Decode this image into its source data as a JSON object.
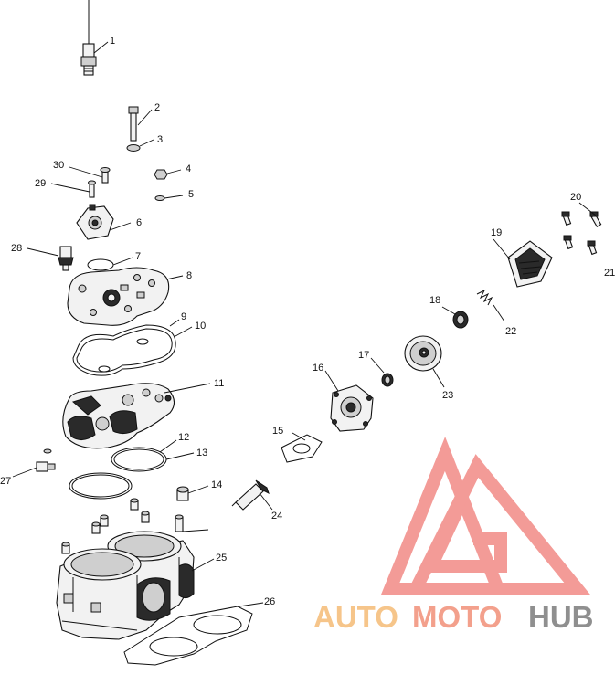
{
  "diagram": {
    "callouts": [
      "1",
      "2",
      "3",
      "4",
      "5",
      "6",
      "7",
      "8",
      "9",
      "10",
      "11",
      "12",
      "13",
      "14",
      "15",
      "16",
      "17",
      "18",
      "19",
      "20",
      "21",
      "22",
      "23",
      "24",
      "25",
      "26",
      "27",
      "28",
      "29",
      "30"
    ]
  },
  "watermark": {
    "part1": "AUTO",
    "part2": "MOTO",
    "part3": "HUB",
    "color_light": "#f6c58a",
    "color_mid": "#f3a08c",
    "color_dark": "#8f8f8f",
    "logo_color": "#f28a86"
  }
}
